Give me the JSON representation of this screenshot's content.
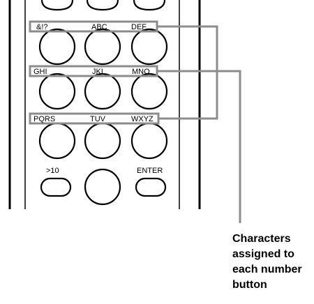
{
  "rows": [
    [
      "&!?",
      "ABC",
      "DEF"
    ],
    [
      "GHI",
      "JKL",
      "MNO"
    ],
    [
      "PQRS",
      "TUV",
      "WXYZ"
    ]
  ],
  "bottom_keys": {
    "left": ">10",
    "right": "ENTER"
  },
  "callout_lines": [
    "Characters",
    "assigned to",
    "each number",
    "button"
  ],
  "colors": {
    "outline": "#000000",
    "highlight_box": "#8c8c8c"
  }
}
